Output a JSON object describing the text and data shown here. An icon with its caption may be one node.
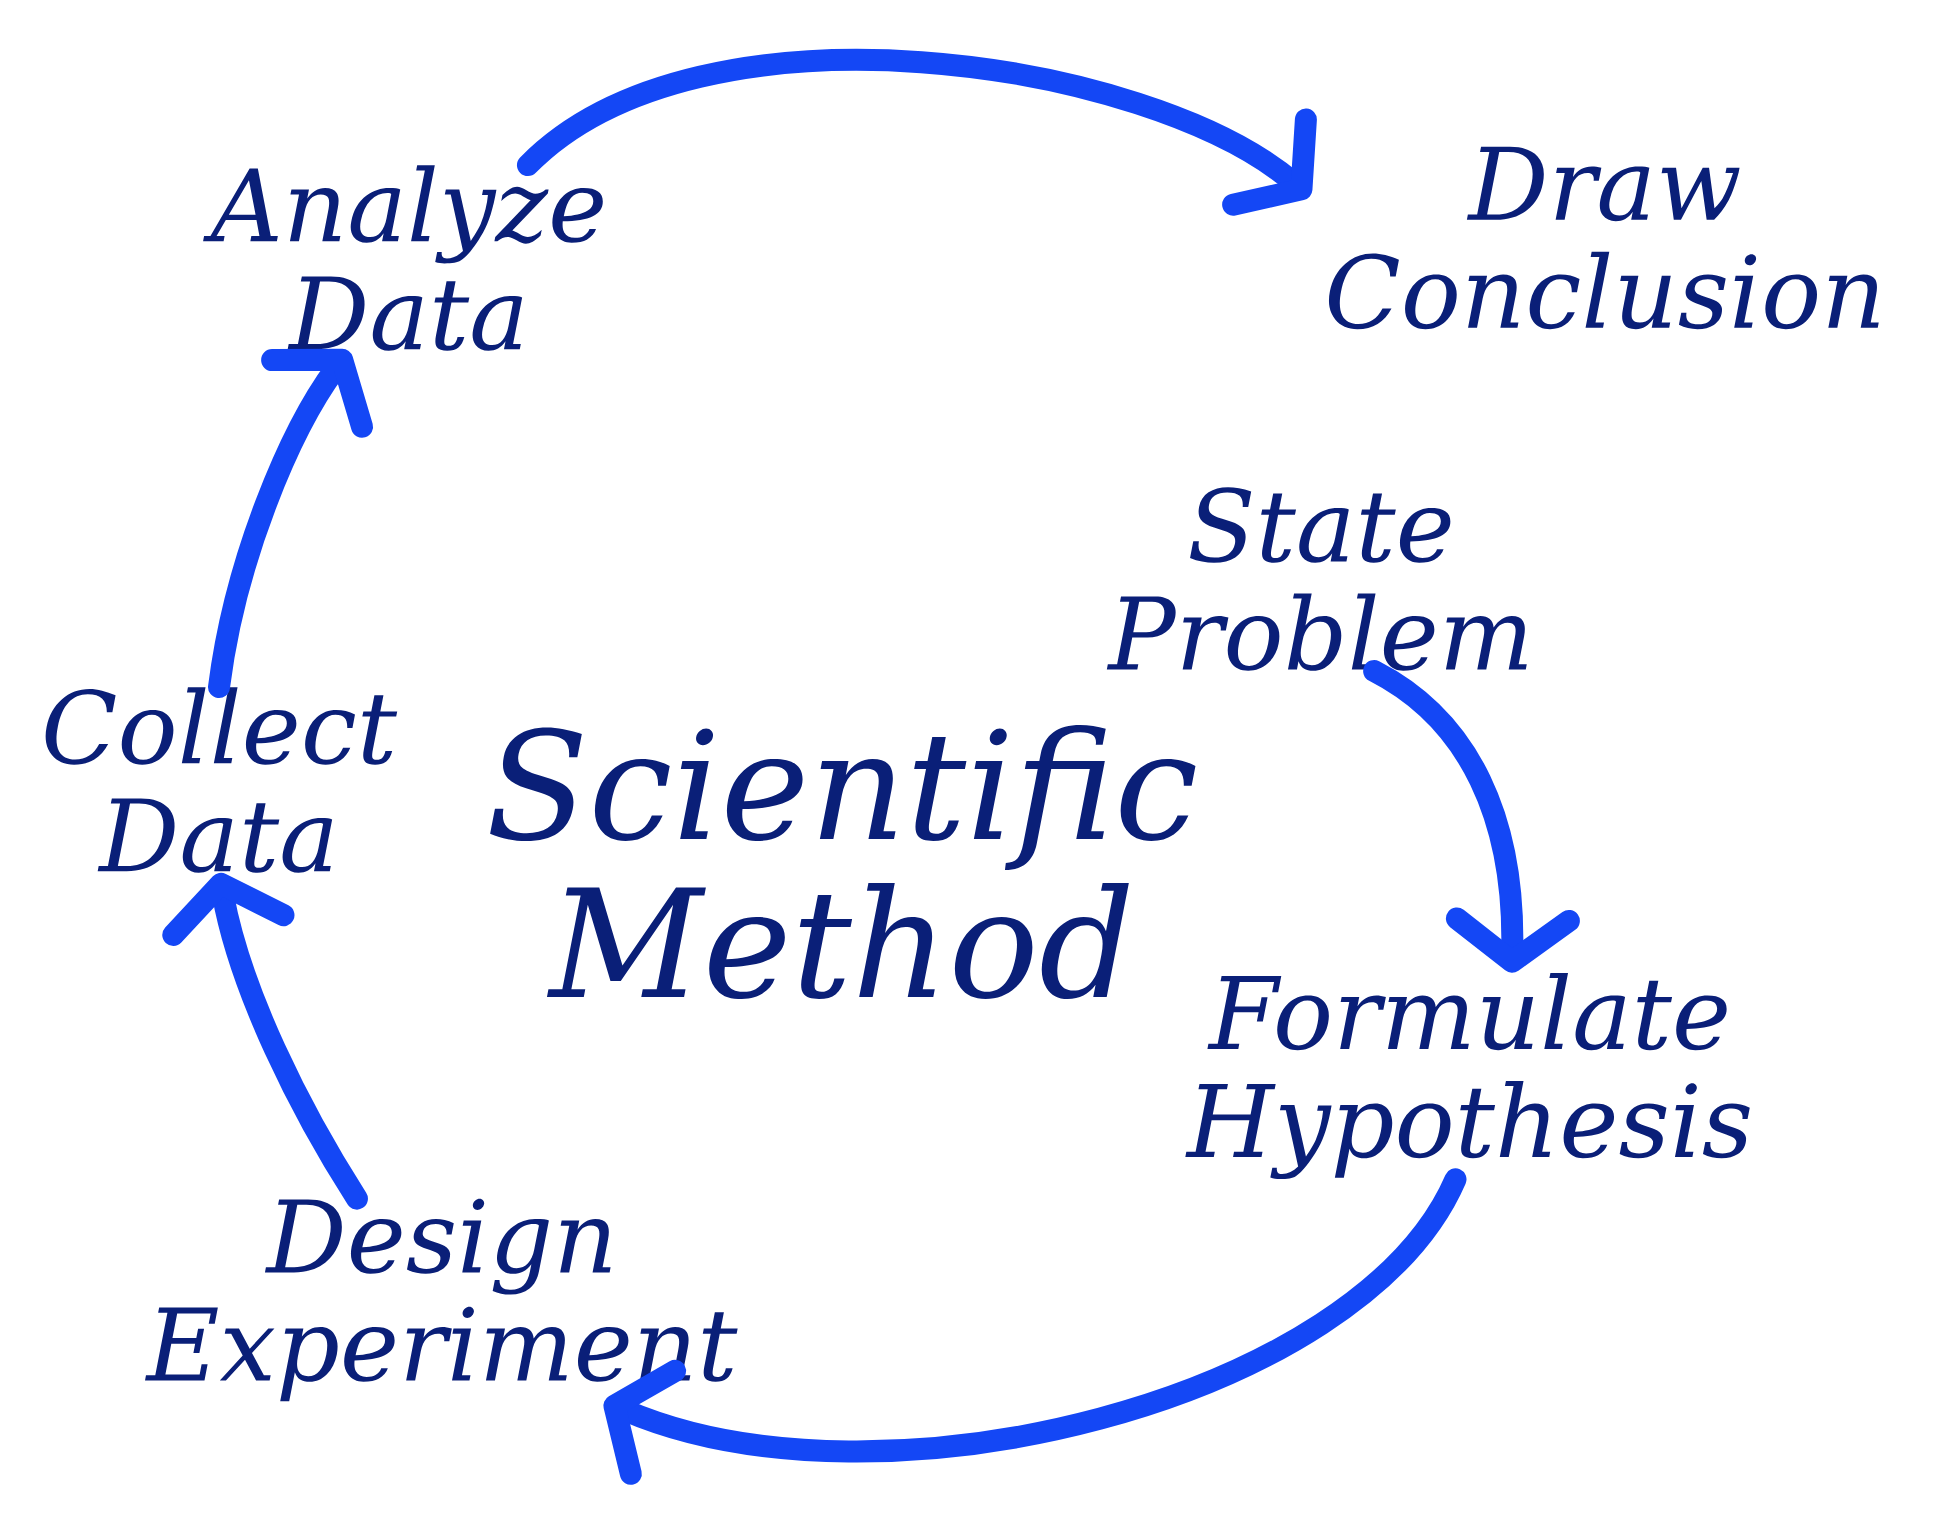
{
  "diagram": {
    "title": "Scientific Method",
    "nodes": [
      {
        "text": [
          "State Problem"
        ]
      },
      {
        "text": [
          "Formulate Hypothesis"
        ]
      },
      {
        "text": [
          "Design Experiment"
        ]
      },
      {
        "text": [
          "Collect Data"
        ]
      },
      {
        "text": [
          "Analyze Data"
        ]
      },
      {
        "text": [
          "Draw Conclusion"
        ]
      }
    ],
    "edges": [
      {
        "from": 0,
        "to": 1,
        "arrow": "to"
      },
      {
        "from": 1,
        "to": 2,
        "arrow": "to"
      },
      {
        "from": 2,
        "to": 3,
        "arrow": "to"
      },
      {
        "from": 3,
        "to": 4,
        "arrow": "to"
      },
      {
        "from": 4,
        "to": 5,
        "arrow": "to"
      }
    ]
  }
}
